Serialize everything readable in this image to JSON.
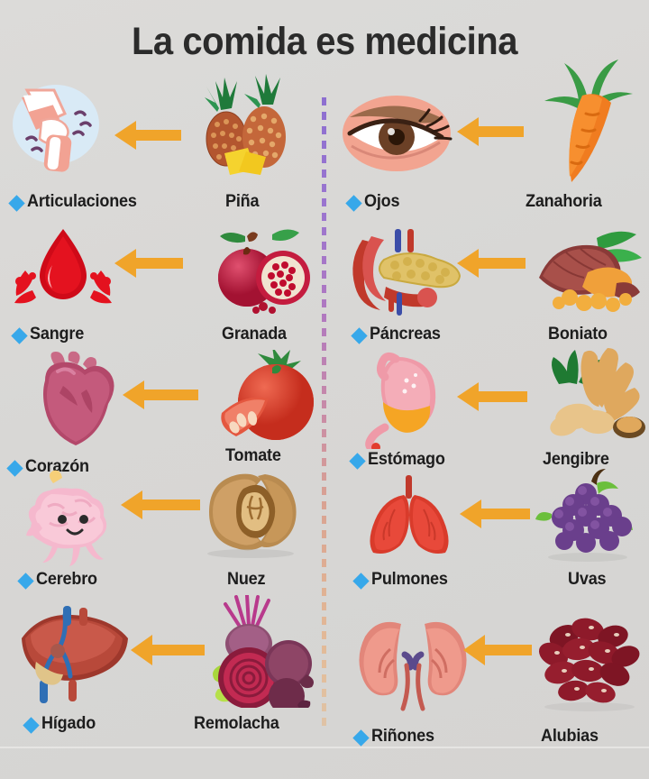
{
  "title": "La comida es medicina",
  "colors": {
    "background": "#d8d7d5",
    "title_text": "#2b2b2b",
    "label_text": "#1d1d1d",
    "bullet_diamond": "#37a8ea",
    "arrow": "#f0a42a",
    "divider_top": "#8d6fd0",
    "divider_bottom": "#dfc3a6"
  },
  "icons": {
    "bullet": "blue-diamond-icon",
    "arrow": "left-arrow-icon"
  },
  "pairs": [
    {
      "organ": "Articulaciones",
      "organ_icon": "knee-joint-icon",
      "food": "Piña",
      "food_icon": "pineapple-icon",
      "column": "left",
      "row": 1
    },
    {
      "organ": "Ojos",
      "organ_icon": "eye-icon",
      "food": "Zanahoria",
      "food_icon": "carrot-icon",
      "column": "right",
      "row": 1
    },
    {
      "organ": "Sangre",
      "organ_icon": "blood-drop-icon",
      "food": "Granada",
      "food_icon": "pomegranate-icon",
      "column": "left",
      "row": 2
    },
    {
      "organ": "Páncreas",
      "organ_icon": "pancreas-icon",
      "food": "Boniato",
      "food_icon": "sweet-potato-icon",
      "column": "right",
      "row": 2
    },
    {
      "organ": "Corazón",
      "organ_icon": "heart-icon",
      "food": "Tomate",
      "food_icon": "tomato-icon",
      "column": "left",
      "row": 3
    },
    {
      "organ": "Estómago",
      "organ_icon": "stomach-icon",
      "food": "Jengibre",
      "food_icon": "ginger-icon",
      "column": "right",
      "row": 3
    },
    {
      "organ": "Cerebro",
      "organ_icon": "brain-icon",
      "food": "Nuez",
      "food_icon": "walnut-icon",
      "column": "left",
      "row": 4
    },
    {
      "organ": "Pulmones",
      "organ_icon": "lungs-icon",
      "food": "Uvas",
      "food_icon": "grapes-icon",
      "column": "right",
      "row": 4
    },
    {
      "organ": "Hígado",
      "organ_icon": "liver-icon",
      "food": "Remolacha",
      "food_icon": "beetroot-icon",
      "column": "left",
      "row": 5
    },
    {
      "organ": "Riñones",
      "organ_icon": "kidneys-icon",
      "food": "Alubias",
      "food_icon": "kidney-beans-icon",
      "column": "right",
      "row": 5
    }
  ]
}
